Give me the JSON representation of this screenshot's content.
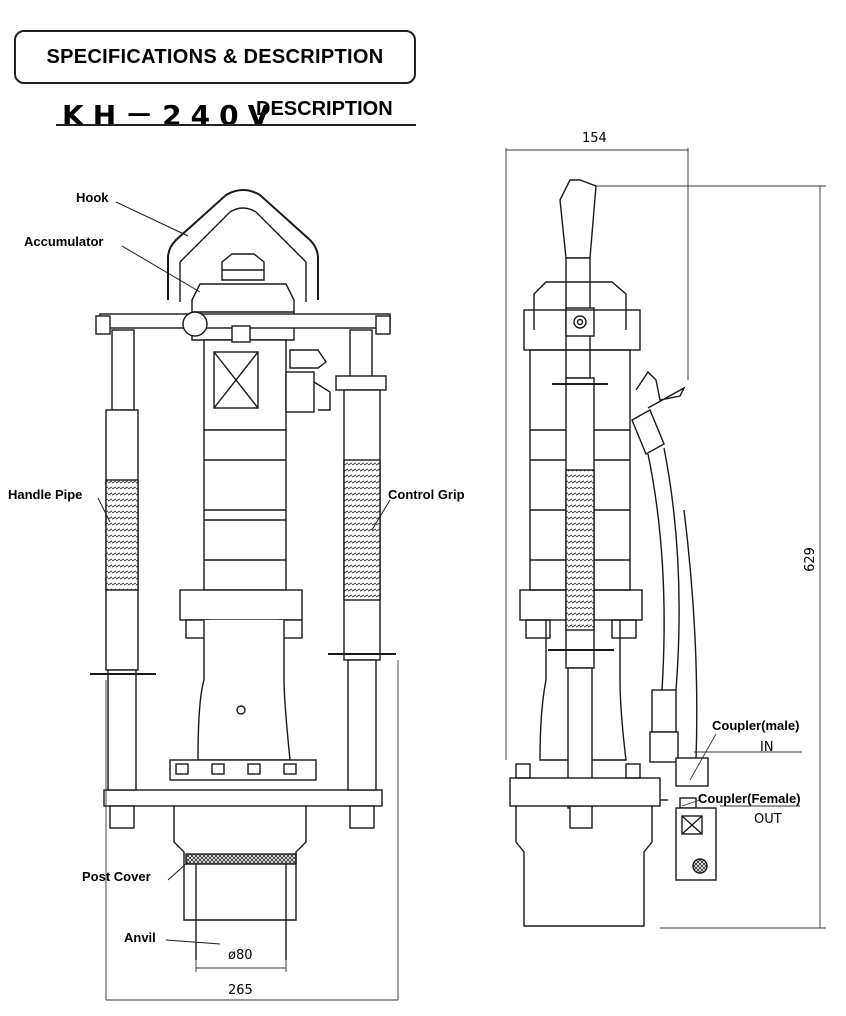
{
  "header": {
    "title": "SPECIFICATIONS & DESCRIPTION",
    "model": "KH－240V",
    "model_suffix": "DESCRIPTION"
  },
  "front_view": {
    "labels": {
      "hook": "Hook",
      "accumulator": "Accumulator",
      "handle_pipe": "Handle Pipe",
      "control_grip": "Control Grip",
      "post_cover": "Post Cover",
      "anvil": "Anvil"
    },
    "dimensions": {
      "bore": "ø80",
      "width": "265"
    }
  },
  "side_view": {
    "labels": {
      "coupler_male": "Coupler(male)",
      "in": "IN",
      "coupler_female": "Coupler(Female)",
      "out": "OUT"
    },
    "dimensions": {
      "depth": "154",
      "height": "629"
    }
  },
  "colors": {
    "line": "#1a1a1a",
    "paper": "#ffffff"
  }
}
